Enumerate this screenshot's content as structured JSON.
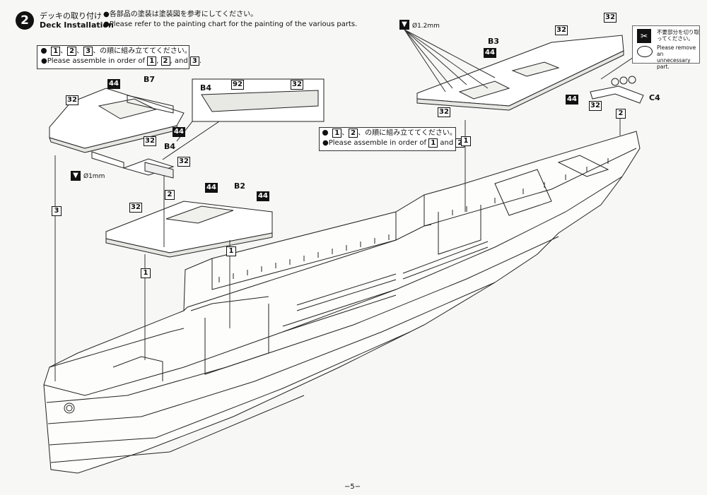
{
  "step": {
    "number": "2",
    "title_jp": "デッキの取り付け",
    "title_en": "Deck Installation"
  },
  "notes": {
    "paint_jp": "●各部品の塗装は塗装図を参考にしてください。",
    "paint_en": "●Please refer to the painting chart for the painting of the various parts.",
    "order1_jp_a": "●",
    "order1_jp_suffix": "の順に組み立ててください。",
    "order1_en_prefix": "●Please assemble in order of",
    "order1_en_and": ", and",
    "order2_jp_suffix": "の順に組み立ててください。",
    "order2_en_prefix": "●Please assemble in order of",
    "order2_en_and": "and"
  },
  "seq_numbers": {
    "one": "1",
    "two": "2",
    "three": "3"
  },
  "drill": {
    "small": "Ø1mm",
    "large": "Ø1.2mm",
    "icon": "drill-icon"
  },
  "cut": {
    "jp": "不要部分を切り取\nってください。",
    "en": "Please remove an\nunnecessary part."
  },
  "parts": {
    "b7": "B7",
    "b4": "B4",
    "b4_detail": "B4",
    "b2": "B2",
    "b3": "B3",
    "c4": "C4"
  },
  "color_codes": {
    "c32": "32",
    "c44": "44",
    "c92": "92"
  },
  "page_number": "−5−"
}
